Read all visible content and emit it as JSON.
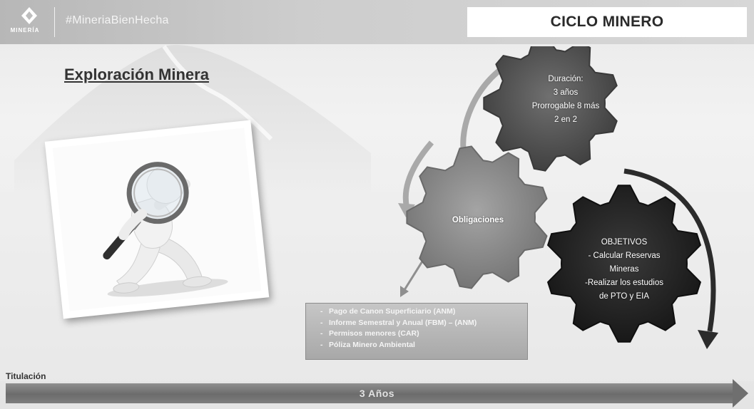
{
  "header": {
    "hashtag": "#MineriaBienHecha",
    "logo_text": "MINERÍA",
    "title": "CICLO MINERO"
  },
  "main": {
    "title": "Exploración Minera"
  },
  "gears": {
    "duration": {
      "title": "Duración:",
      "lines": [
        "3 años",
        "Prorrogable 8 más",
        "2 en 2"
      ]
    },
    "obligations": {
      "label": "Obligaciones"
    },
    "objectives": {
      "title": "OBJETIVOS",
      "lines": [
        "- Calcular Reservas",
        "Mineras",
        "-Realizar los estudios",
        "de PTO y EIA"
      ]
    }
  },
  "obligations_box": {
    "items": [
      "Pago de Canon Superficiario (ANM)",
      "Informe Semestral y Anual (FBM) – (ANM)",
      "Permisos menores (CAR)",
      "Póliza Minero Ambiental"
    ]
  },
  "timeline": {
    "label": "Titulación",
    "value": "3 Años"
  },
  "colors": {
    "dark_gear": "#2b2b2b",
    "mid_gear": "#5a5a5a",
    "light_gear": "#8d8d8d",
    "arrow_gray": "#a9a9a9"
  }
}
